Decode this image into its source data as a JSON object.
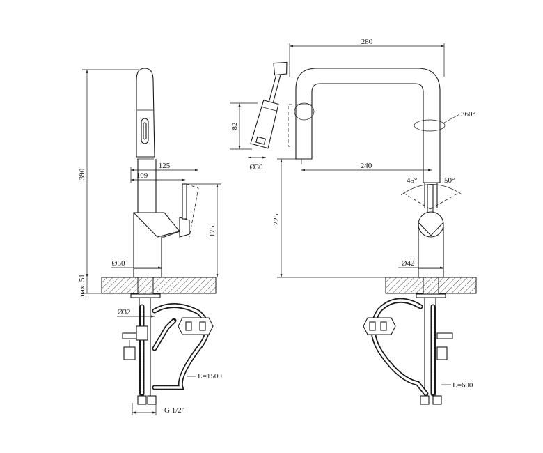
{
  "dimensions": {
    "width_280": "280",
    "height_390": "390",
    "reach_125": "125",
    "reach_109": "109",
    "height_175": "175",
    "diameter_50": "Ø50",
    "max_51": "max. 51",
    "diameter_32": "Ø32",
    "hose_1500": "L=1500",
    "thread": "G 1/2\"",
    "head_82": "82",
    "diameter_30": "Ø30",
    "spout_240": "240",
    "height_225": "225",
    "diameter_42": "Ø42",
    "hose_600": "L=600",
    "angle_45": "45°",
    "angle_50": "50°",
    "rotation_360": "360°"
  }
}
